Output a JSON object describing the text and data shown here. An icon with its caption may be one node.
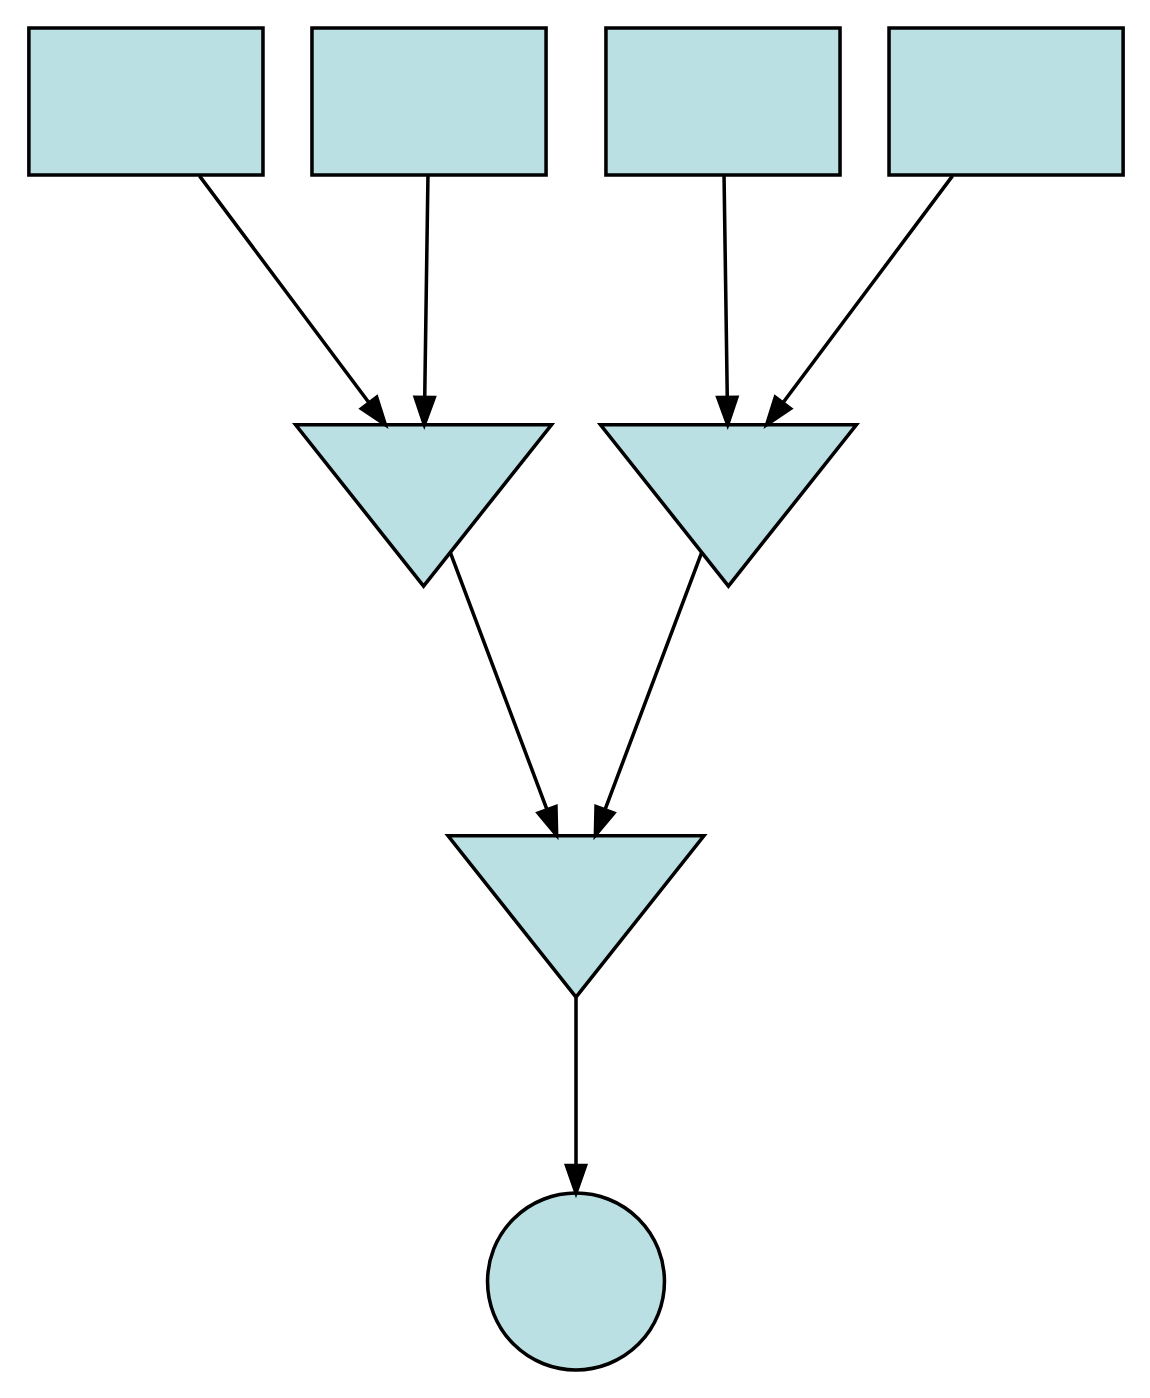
{
  "diagram": {
    "nodes": [
      {
        "text": [],
        "shape": "box"
      },
      {
        "text": [],
        "shape": "box"
      },
      {
        "text": [],
        "shape": "box"
      },
      {
        "text": [],
        "shape": "box"
      },
      {
        "text": [],
        "shape": "triangle"
      },
      {
        "text": [],
        "shape": "triangle"
      },
      {
        "text": [],
        "shape": "triangle"
      },
      {
        "text": [],
        "shape": "circle"
      }
    ],
    "edges": [
      {
        "from": 0,
        "to": 4,
        "arrow": "to"
      },
      {
        "from": 1,
        "to": 4,
        "arrow": "to"
      },
      {
        "from": 2,
        "to": 5,
        "arrow": "to"
      },
      {
        "from": 3,
        "to": 5,
        "arrow": "to"
      },
      {
        "from": 4,
        "to": 6,
        "arrow": "to"
      },
      {
        "from": 5,
        "to": 6,
        "arrow": "to"
      },
      {
        "from": 6,
        "to": 7,
        "arrow": "to"
      }
    ]
  }
}
